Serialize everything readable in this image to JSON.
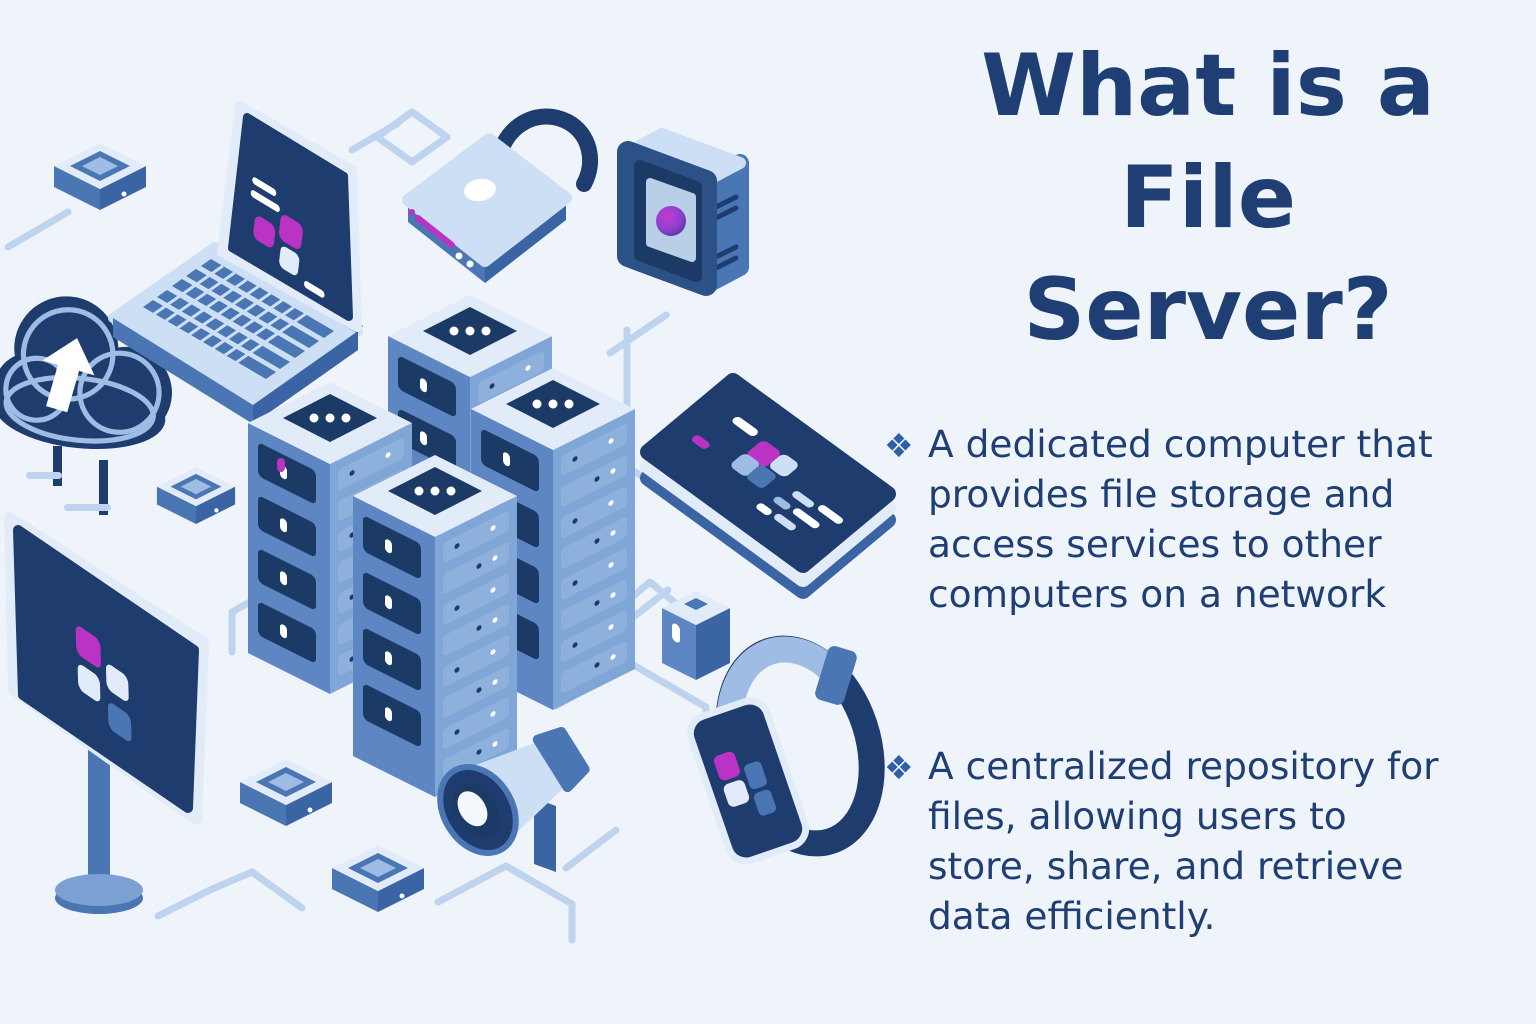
{
  "title": {
    "full": "What is a File Server?",
    "lines": [
      "What is a",
      "File",
      "Server?"
    ]
  },
  "bullets": [
    {
      "glyph": "❖",
      "text": "A dedicated computer that provides file storage and access services to other computers on a network",
      "lines": [
        "A dedicated computer that",
        "provides file storage and",
        "access services to other",
        "computers on a network"
      ]
    },
    {
      "glyph": "❖",
      "text": "A centralized repository for files, allowing users to store, share, and retrieve data efficiently.",
      "lines": [
        "A centralized repository for",
        "files, allowing users to",
        "store, share, and retrieve",
        "data efficiently."
      ]
    }
  ],
  "illustration": {
    "description": "isometric blue illustration of a file server network",
    "icons": [
      "server-rack",
      "laptop",
      "cloud-upload",
      "padlock-storage",
      "mini-pc",
      "smartphone",
      "desktop-monitor",
      "smartwatch",
      "megaphone",
      "storage-box",
      "storage-cube",
      "diamond-outline",
      "connector-lines"
    ]
  },
  "palette": {
    "bg": "#eff4fb",
    "navy": "#1e3c6e",
    "navydeep": "#1c3a66",
    "mid": "#4a76b4",
    "middark": "#3a64a4",
    "tleft": "#5d86c2",
    "tright": "#7fa6d7",
    "trow": "#8db0dc",
    "pale": "#cddff4",
    "pale2": "#e2ecf9",
    "sky": "#9fbde4",
    "line": "#bdd3ee",
    "magenta": "#bb33c5",
    "purple": "#8a41cf",
    "text": "#1f3f74",
    "bullet": "#2f5fa8",
    "white": "#ffffff"
  }
}
